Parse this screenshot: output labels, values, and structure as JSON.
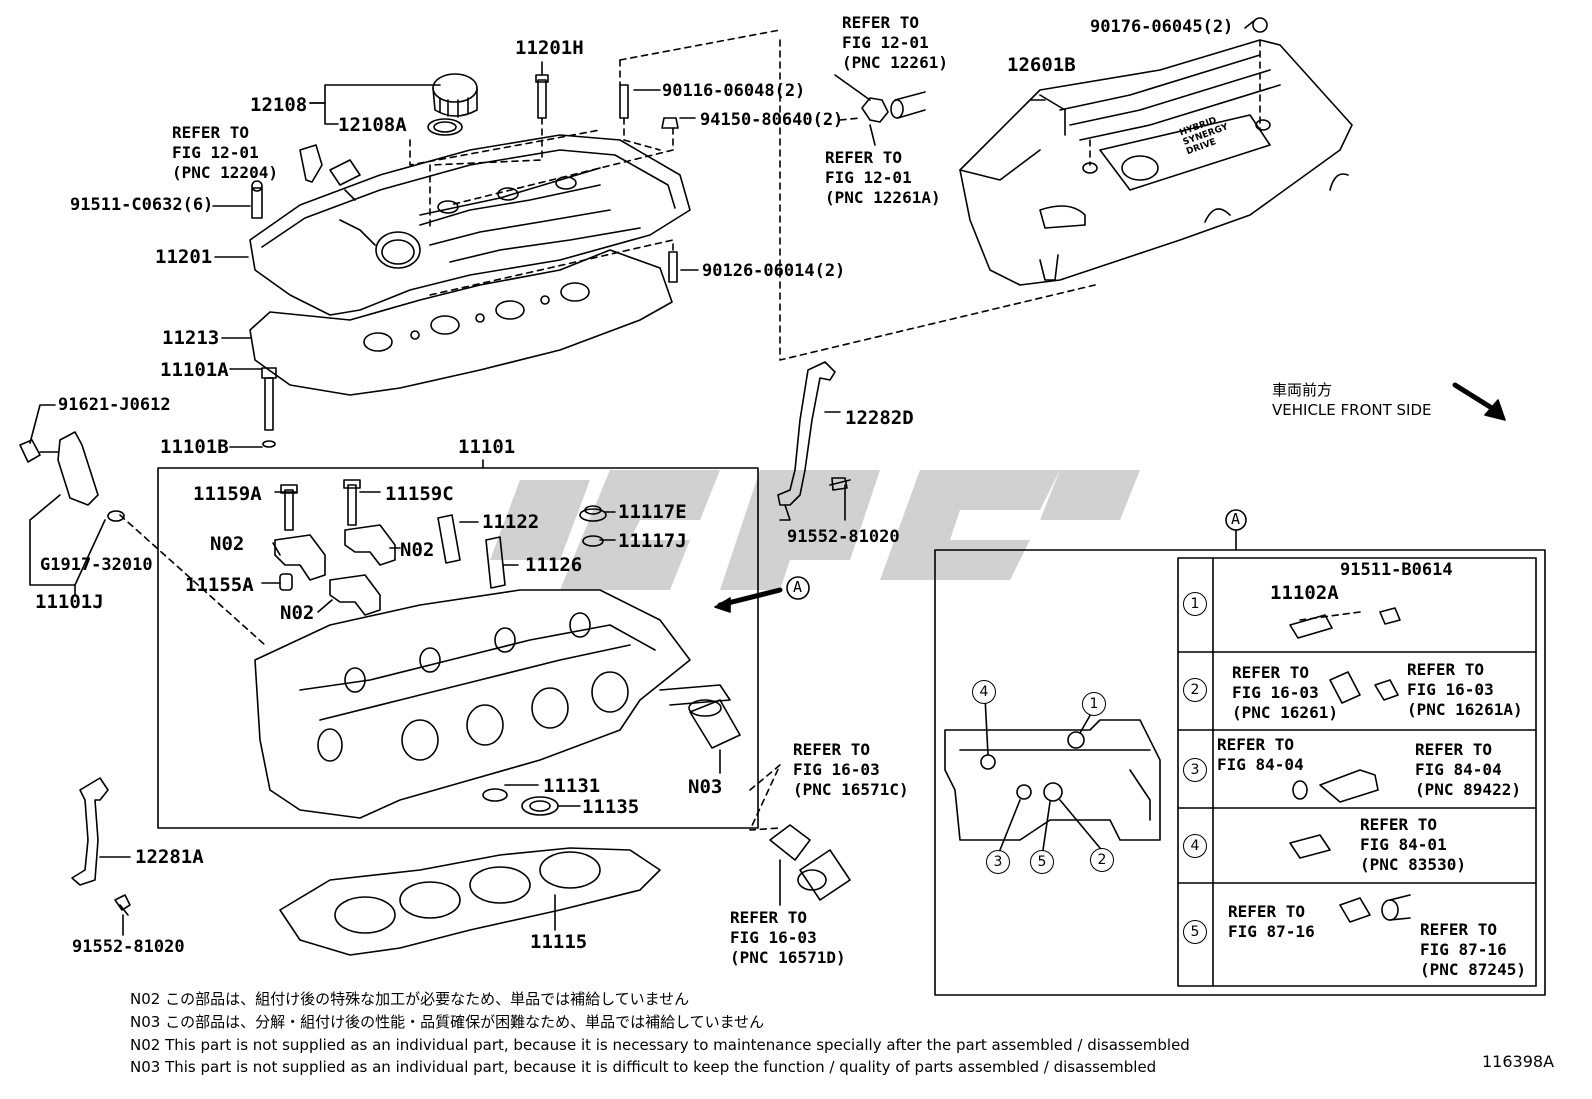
{
  "figure_id": "116398A",
  "top_left": {
    "p11201H": "11201H",
    "p12108": "12108",
    "p12108A": "12108A",
    "ref_12204": "REFER TO\nFIG 12-01\n(PNC 12204)",
    "p91511C0632": "91511-C0632(6)",
    "p11201": "11201",
    "p11213": "11213",
    "p11101A": "11101A",
    "p11101B": "11101B",
    "p91621J0612": "91621-J0612",
    "pG1917": "G1917-32010",
    "p11101J": "11101J",
    "p90116": "90116-06048(2)",
    "p94150": "94150-80640(2)",
    "p90126": "90126-06014(2)"
  },
  "top_right": {
    "ref_12261": "REFER TO\nFIG 12-01\n(PNC 12261)",
    "ref_12261A": "REFER TO\nFIG 12-01\n(PNC 12261A)",
    "p90176": "90176-06045(2)",
    "p12601B": "12601B",
    "cover_text": "HYBRID\nSYNERGY\nDRIVE",
    "p12282D": "12282D",
    "p91552_a": "91552-81020",
    "vehicle_front": "車両前方\nVEHICLE FRONT SIDE"
  },
  "head_box": {
    "p11101": "11101",
    "p11159A": "11159A",
    "p11159C": "11159C",
    "n02_a": "N02",
    "n02_b": "N02",
    "n02_c": "N02",
    "p11155A": "11155A",
    "p11122": "11122",
    "p11126": "11126",
    "p11117E": "11117E",
    "p11117J": "11117J",
    "p11131": "11131",
    "p11135": "11135",
    "n03": "N03",
    "view_a": "A"
  },
  "bottom_left": {
    "p12281A": "12281A",
    "p91552_b": "91552-81020",
    "p11115": "11115",
    "ref_16571C": "REFER TO\nFIG 16-03\n(PNC 16571C)",
    "ref_16571D": "REFER TO\nFIG 16-03\n(PNC 16571D)"
  },
  "detail_a": {
    "title": "A",
    "callouts": [
      "1",
      "2",
      "3",
      "4",
      "5"
    ],
    "rows": [
      {
        "num": "1",
        "part": "11102A",
        "bolt": "91511-B0614"
      },
      {
        "num": "2",
        "left": "REFER TO\nFIG 16-03\n(PNC 16261)",
        "right": "REFER TO\nFIG 16-03\n(PNC 16261A)"
      },
      {
        "num": "3",
        "left": "REFER TO\nFIG 84-04",
        "right": "REFER TO\nFIG 84-04\n(PNC 89422)"
      },
      {
        "num": "4",
        "right": "REFER TO\nFIG 84-01\n(PNC 83530)"
      },
      {
        "num": "5",
        "left": "REFER TO\nFIG 87-16",
        "right": "REFER TO\nFIG 87-16\n(PNC 87245)"
      }
    ]
  },
  "notes": [
    "N02  この部品は、組付け後の特殊な加工が必要なため、単品では補給していません",
    "N03  この部品は、分解・組付け後の性能・品質確保が困難なため、単品では補給していません",
    "N02  This part is not supplied as an individual part, because it is necessary to maintenance specially after the part assembled / disassembled",
    "N03  This part is not supplied as an individual part, because it is difficult to keep the function / quality of parts  assembled / disassembled"
  ]
}
